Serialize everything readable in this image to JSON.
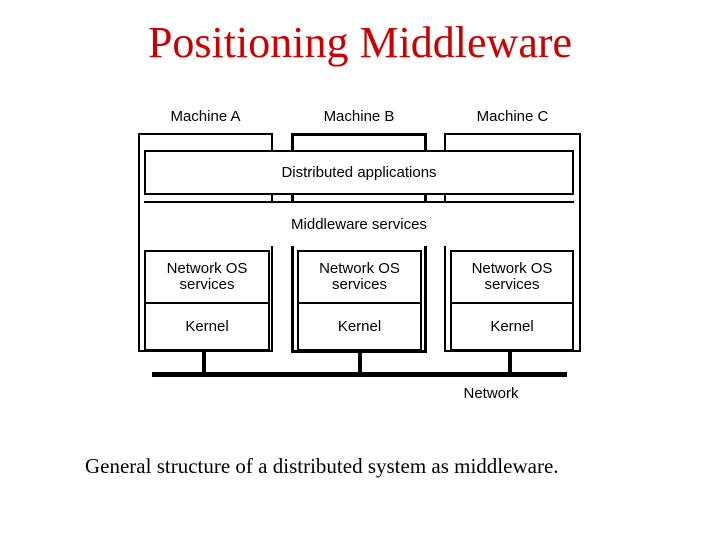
{
  "slide": {
    "title": "Positioning Middleware",
    "caption": "General structure of a distributed system as middleware.",
    "background_color": "#ffffff",
    "title_color": "#cc0000"
  },
  "diagram": {
    "machines": [
      {
        "label": "Machine A",
        "network_os_label": "Network OS services",
        "kernel_label": "Kernel"
      },
      {
        "label": "Machine B",
        "network_os_label": "Network OS services",
        "kernel_label": "Kernel"
      },
      {
        "label": "Machine C",
        "network_os_label": "Network OS services",
        "kernel_label": "Kernel"
      }
    ],
    "shared_layers": {
      "distributed_applications_label": "Distributed applications",
      "middleware_services_label": "Middleware services"
    },
    "network_label": "Network",
    "line_color": "#000000"
  }
}
